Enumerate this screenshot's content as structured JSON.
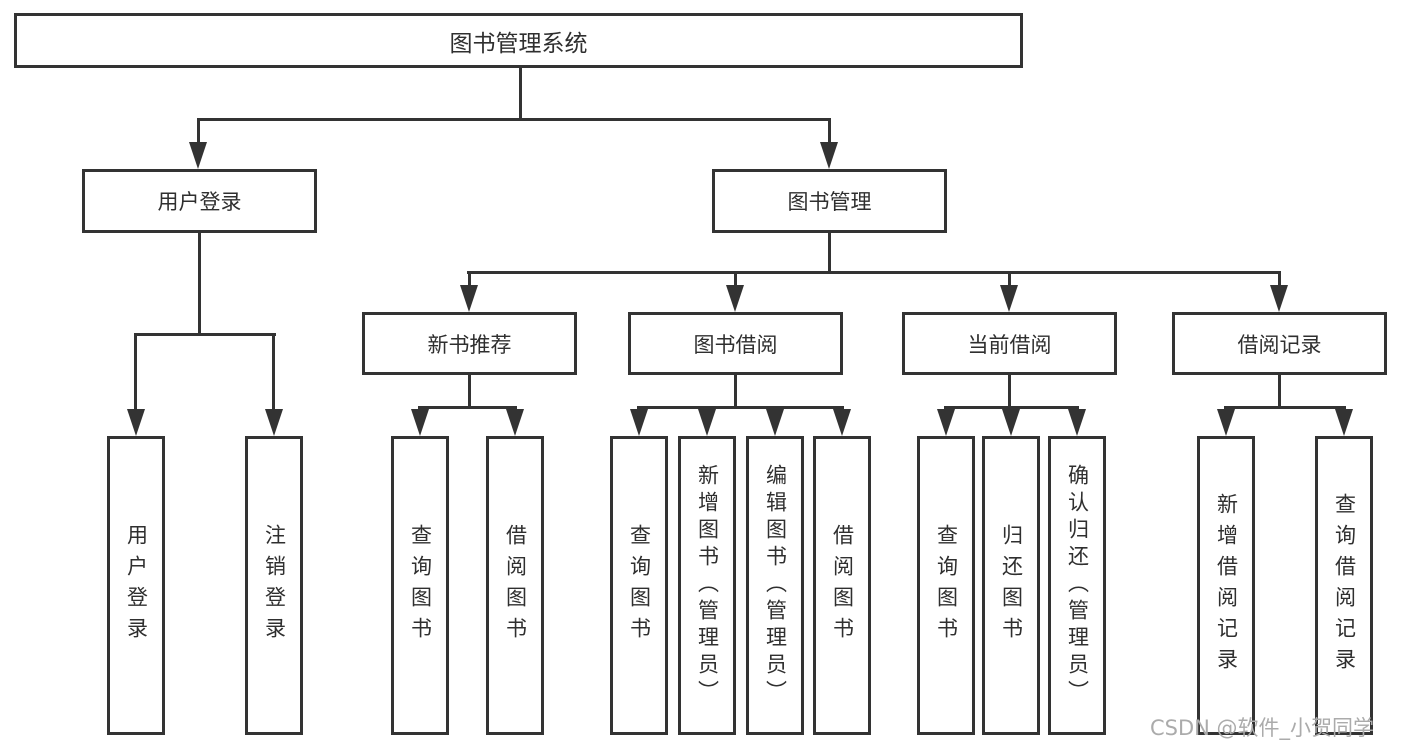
{
  "diagram_title": "图书管理系统",
  "watermark": {
    "text": "CSDN @软件_小贺同学"
  },
  "colors": {
    "line": "#333333",
    "text": "#2f2f2f",
    "box_background": "#ffffff",
    "watermark": "#ababab"
  },
  "tree": {
    "label": "图书管理系统",
    "children": [
      {
        "label": "用户登录",
        "children": [
          {
            "label": "用户登录"
          },
          {
            "label": "注销登录"
          }
        ]
      },
      {
        "label": "图书管理",
        "children": [
          {
            "label": "新书推荐",
            "children": [
              {
                "label": "查询图书"
              },
              {
                "label": "借阅图书"
              }
            ]
          },
          {
            "label": "图书借阅",
            "children": [
              {
                "label": "查询图书"
              },
              {
                "label": "新增图书（管理员）"
              },
              {
                "label": "编辑图书（管理员）"
              },
              {
                "label": "借阅图书"
              }
            ]
          },
          {
            "label": "当前借阅",
            "children": [
              {
                "label": "查询图书"
              },
              {
                "label": "归还图书"
              },
              {
                "label": "确认归还（管理员）"
              }
            ]
          },
          {
            "label": "借阅记录",
            "children": [
              {
                "label": "新增借阅记录"
              },
              {
                "label": "查询借阅记录"
              }
            ]
          }
        ]
      }
    ]
  }
}
